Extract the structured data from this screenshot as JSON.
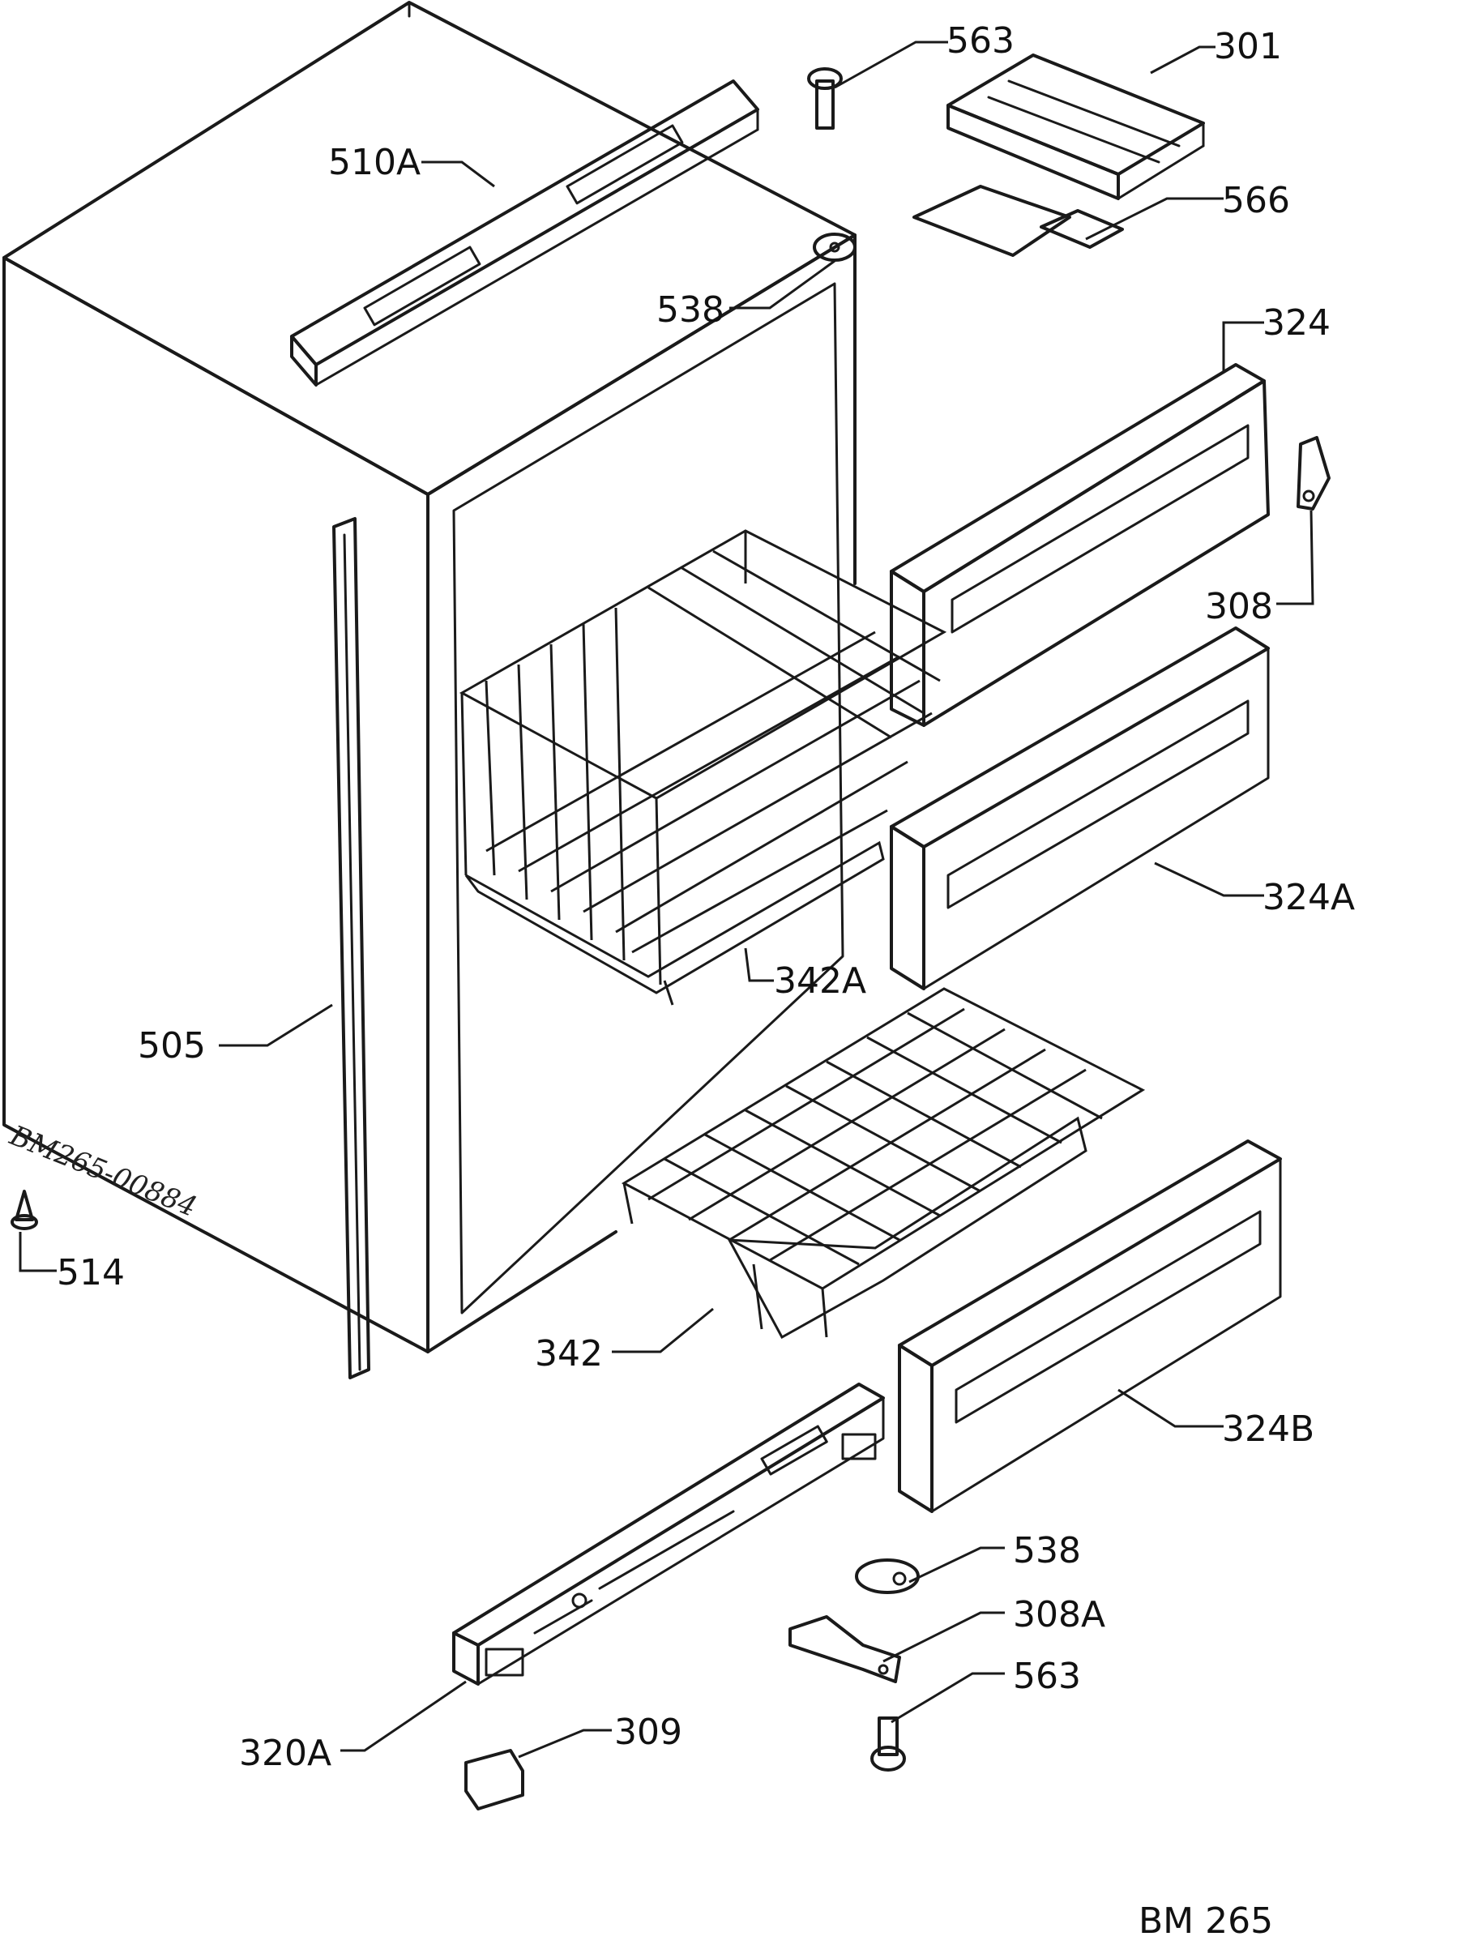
{
  "document": {
    "id": "BM 265",
    "handwritten_ref": "BM265-00884"
  },
  "callouts": [
    {
      "id": "c-563-top",
      "label": "563"
    },
    {
      "id": "c-301",
      "label": "301"
    },
    {
      "id": "c-510a",
      "label": "510A"
    },
    {
      "id": "c-566",
      "label": "566"
    },
    {
      "id": "c-538-top",
      "label": "538"
    },
    {
      "id": "c-324",
      "label": "324"
    },
    {
      "id": "c-308",
      "label": "308"
    },
    {
      "id": "c-324a",
      "label": "324A"
    },
    {
      "id": "c-342a",
      "label": "342A"
    },
    {
      "id": "c-505",
      "label": "505"
    },
    {
      "id": "c-514",
      "label": "514"
    },
    {
      "id": "c-342",
      "label": "342"
    },
    {
      "id": "c-324b",
      "label": "324B"
    },
    {
      "id": "c-538-bottom",
      "label": "538"
    },
    {
      "id": "c-308a",
      "label": "308A"
    },
    {
      "id": "c-563-bottom",
      "label": "563"
    },
    {
      "id": "c-320a",
      "label": "320A"
    },
    {
      "id": "c-309",
      "label": "309"
    }
  ]
}
